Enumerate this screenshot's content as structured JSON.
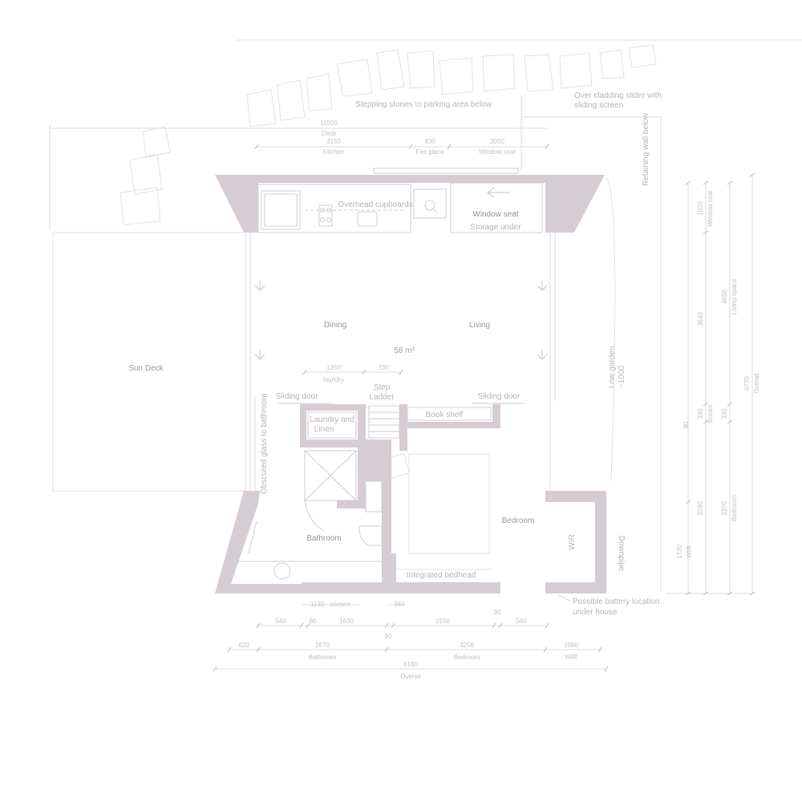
{
  "labels": {
    "stepping_stones": "Stepping stones to parking area below",
    "slider_note_1": "Over cladding slider with",
    "slider_note_2": "sliding screen",
    "retaining_wall": "Retaining wall below",
    "overhead_cupboards": "Overhead cupboards",
    "window_seat": "Window seat",
    "storage_under": "Storage under",
    "dining": "Dining",
    "living": "Living",
    "area": "58 m²",
    "sun_deck": "Sun Deck",
    "low_garden_1": "Low garden",
    "low_garden_2": "~1000",
    "laundry": "laundry",
    "step_ladder_1": "Step",
    "step_ladder_2": "Ladder",
    "sliding_door_left": "Sliding door",
    "sliding_door_right": "Sliding door",
    "book_shelf": "Book shelf",
    "laundry_linen_1": "Laundry and",
    "laundry_linen_2": "Linen",
    "obscured_glass": "Obscured glass to bathroom",
    "bathroom": "Bathroom",
    "bedroom": "Bedroom",
    "wir_room": "WIR",
    "downpipe": "Downpipe",
    "integrated_bedhead": "Integrated bedhead",
    "battery_1": "Possible battery location",
    "battery_2": "under house"
  },
  "dims_top": {
    "overall_val": "11550",
    "overall_lbl": "Deck",
    "kitchen_val": "3150",
    "kitchen_lbl": "Kitchen",
    "fireplace_val": "830",
    "fireplace_lbl": "Fire place",
    "windowseat_val": "2000",
    "windowseat_lbl": "Window seat",
    "laundry_val": "1350",
    "ladder_val": "730"
  },
  "dims_bottom": {
    "shower": "1130 - shower",
    "d340": "340",
    "d540": "540",
    "d90a": "90",
    "d1630": "1630",
    "d2150": "2150",
    "d90b": "90",
    "d560": "560",
    "d90c": "90",
    "d620": "620",
    "bath_val": "2670",
    "bath_lbl": "Bathroom",
    "bed_val": "3256",
    "bed_lbl": "Bedroom",
    "wir_val": "1060",
    "wir_lbl": "WIR",
    "overall_val": "8180",
    "overall_lbl": "Overall"
  },
  "dims_right": {
    "windowseat_val": "1070",
    "windowseat_lbl": "Window seat",
    "living_val": "3640",
    "livingspace_val": "4650",
    "livingspace_lbl": "Living space",
    "overall_val": "8770",
    "overall_lbl": "Overall",
    "d90": "90",
    "books_val": "330",
    "books_lbl": "Books",
    "d330": "330",
    "wir_val": "1720",
    "wir_lbl": "WIR",
    "d3280": "3280",
    "bedroom_val": "3370",
    "bedroom_lbl": "Bedroom"
  }
}
